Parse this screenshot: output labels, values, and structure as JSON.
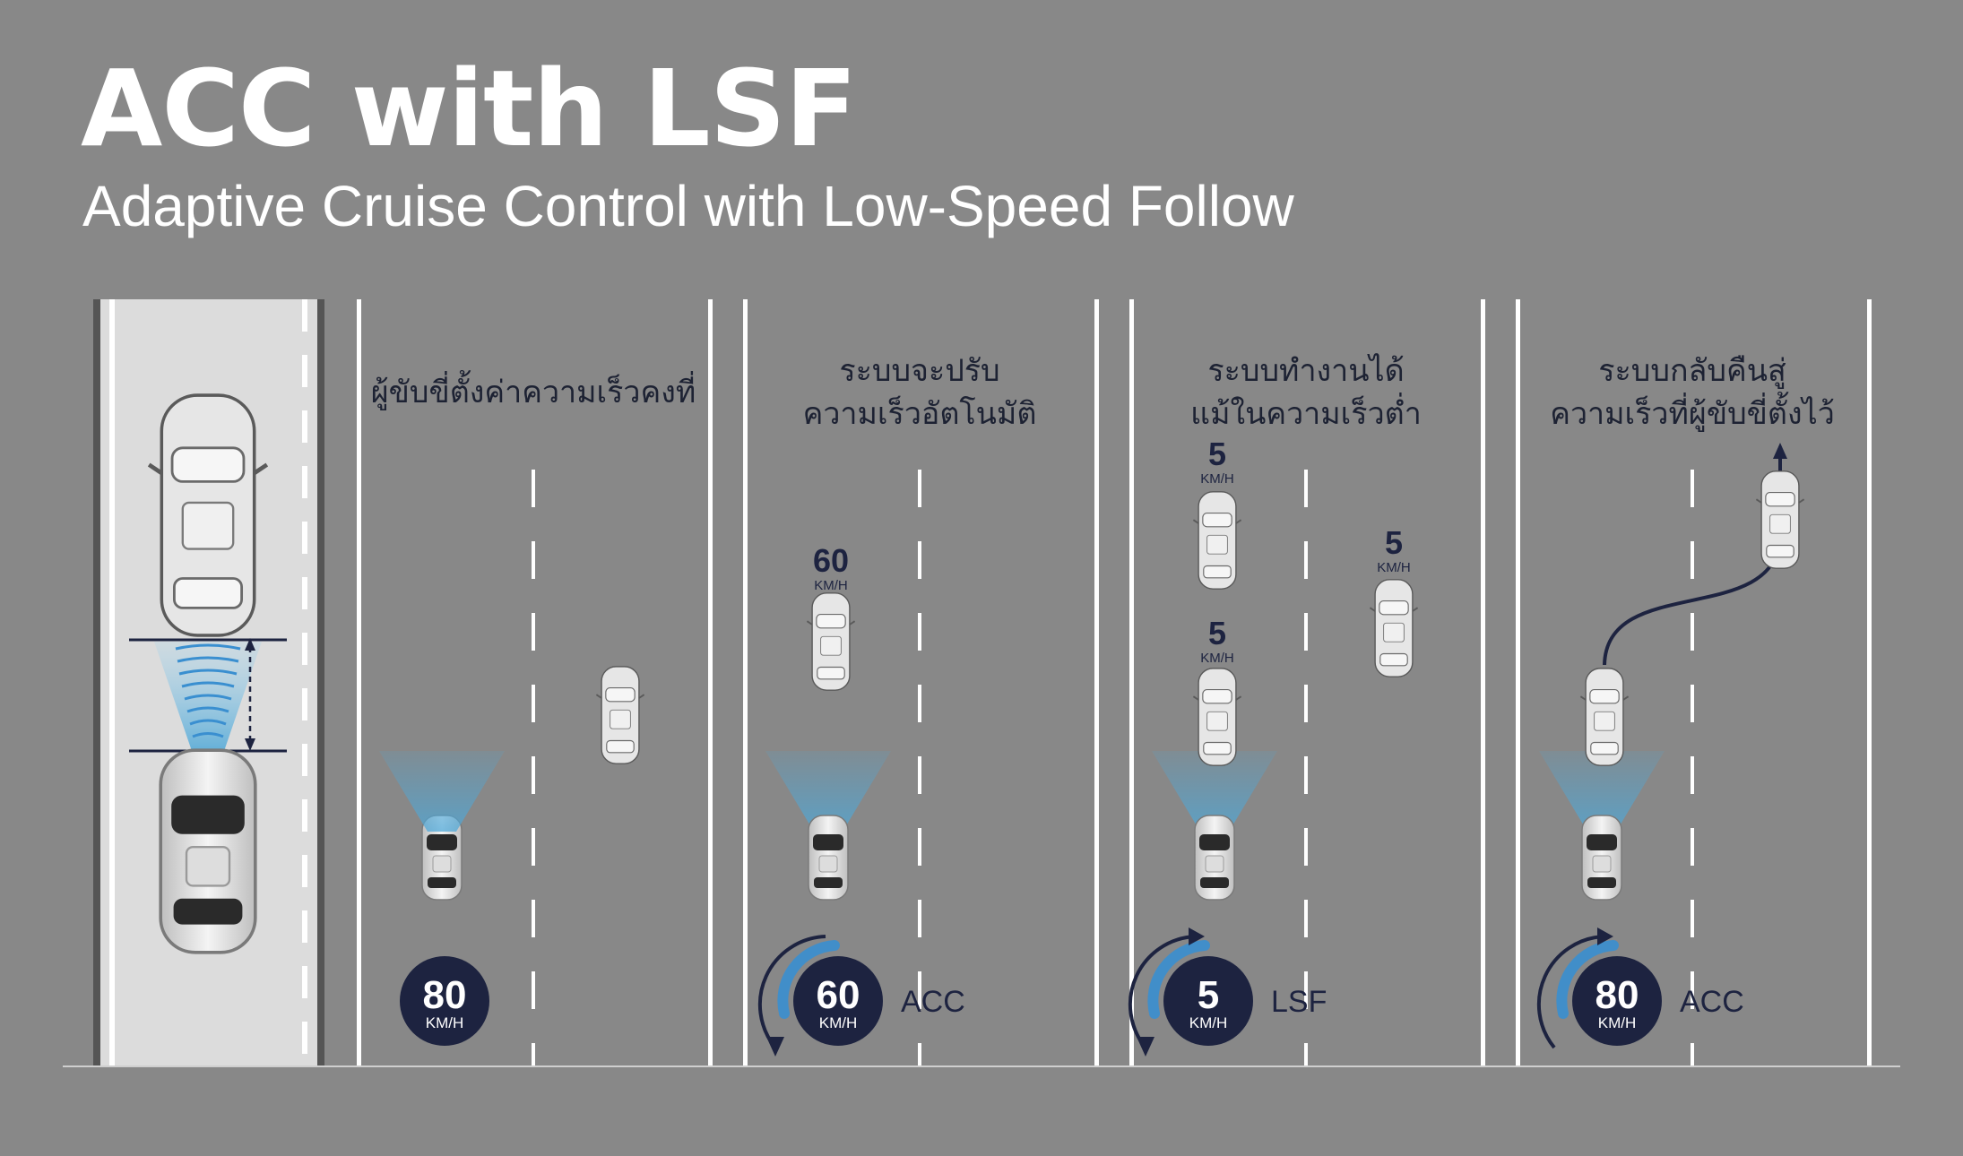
{
  "title": "ACC with LSF",
  "subtitle": "Adaptive Cruise Control with Low-Speed Follow",
  "colors": {
    "background": "#888888",
    "lane_line": "#ffffff",
    "navy": "#1d2340",
    "sensor_blue": "#4fa8d8",
    "road_light": "#dcdcdc"
  },
  "panels": [
    {
      "caption_lines": [
        "ผู้ขับขี่ตั้งค่าความเร็วคงที่"
      ],
      "gauge_value": "80",
      "gauge_unit": "KM/H",
      "mode": "",
      "gauge_arrow": "none"
    },
    {
      "caption_lines": [
        "ระบบจะปรับ",
        "ความเร็วอัตโนมัติ"
      ],
      "gauge_value": "60",
      "gauge_unit": "KM/H",
      "mode": "ACC",
      "gauge_arrow": "down",
      "speed_tags": [
        {
          "value": "60",
          "unit": "KM/H"
        }
      ]
    },
    {
      "caption_lines": [
        "ระบบทำงานได้",
        "แม้ในความเร็วต่ำ"
      ],
      "gauge_value": "5",
      "gauge_unit": "KM/H",
      "mode": "LSF",
      "gauge_arrow": "both",
      "speed_tags": [
        {
          "value": "5",
          "unit": "KM/H"
        },
        {
          "value": "5",
          "unit": "KM/H"
        },
        {
          "value": "5",
          "unit": "KM/H"
        }
      ]
    },
    {
      "caption_lines": [
        "ระบบกลับคืนสู่",
        "ความเร็วที่ผู้ขับขี่ตั้งไว้"
      ],
      "gauge_value": "80",
      "gauge_unit": "KM/H",
      "mode": "ACC",
      "gauge_arrow": "up"
    }
  ]
}
